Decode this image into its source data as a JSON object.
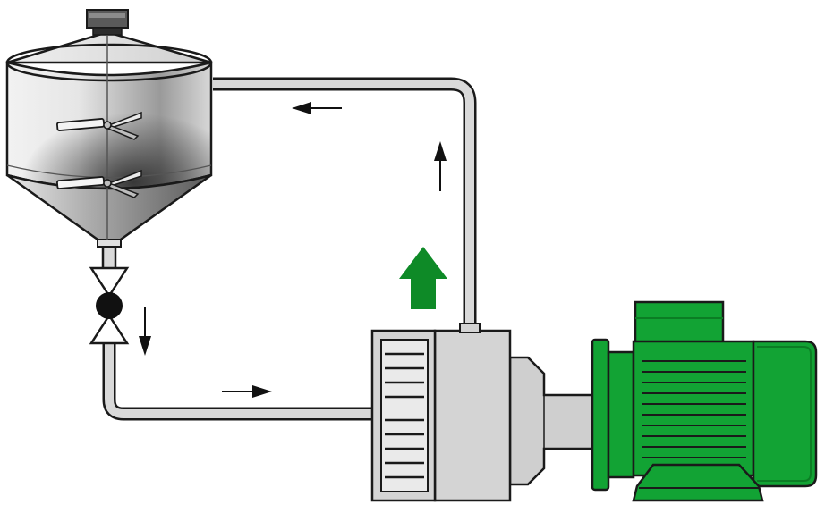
{
  "diagram": {
    "components": [
      "mixing-tank",
      "agitator",
      "bottom-valve",
      "suction-pipe",
      "return-pipe",
      "inline-mixer-pump",
      "electric-motor"
    ],
    "colors": {
      "pipe_fill": "#d9d9d9",
      "outline": "#1a1a1a",
      "tank_light": "#f4f4f4",
      "tank_dark": "#3c3c3c",
      "pump_grey": "#d4d4d4",
      "motor_green": "#12a334",
      "motor_green_dark": "#0b7d24",
      "flow_arrow_green": "#0e8a27",
      "flow_arrow_black": "#111111"
    },
    "flow_arrows": [
      {
        "id": "return-top",
        "direction": "left"
      },
      {
        "id": "return-riser",
        "direction": "up"
      },
      {
        "id": "valve-outlet",
        "direction": "down"
      },
      {
        "id": "suction-line",
        "direction": "right"
      },
      {
        "id": "pump-discharge",
        "direction": "up",
        "emphasis": "green"
      }
    ]
  }
}
